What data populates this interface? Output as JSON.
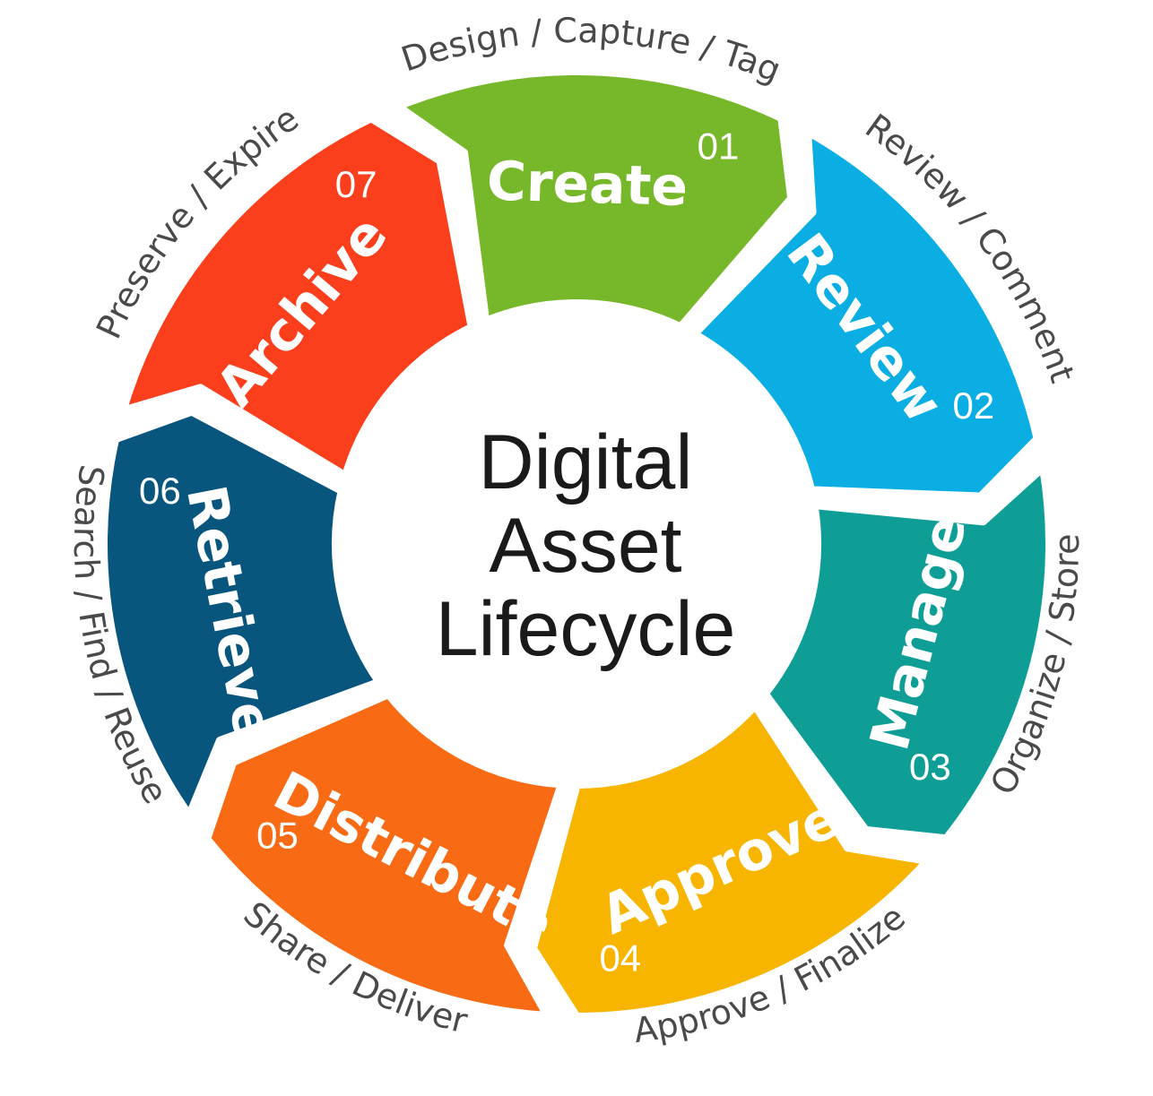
{
  "center": {
    "line1": "Digital",
    "line2": "Asset",
    "line3": "Lifecycle"
  },
  "segments": [
    {
      "number": "01",
      "title": "Create",
      "label": "Design / Capture / Tag",
      "color": "#76B82A"
    },
    {
      "number": "02",
      "title": "Review",
      "label": "Review / Comment",
      "color": "#0BAEE3"
    },
    {
      "number": "03",
      "title": "Manage",
      "label": "Organize / Store",
      "color": "#0E9E96"
    },
    {
      "number": "04",
      "title": "Approve",
      "label": "Approve / Finalize",
      "color": "#F7B500"
    },
    {
      "number": "05",
      "title": "Distribute",
      "label": "Share / Deliver",
      "color": "#F96A15"
    },
    {
      "number": "06",
      "title": "Retrieve",
      "label": "Search / Find / Reuse",
      "color": "#08557E"
    },
    {
      "number": "07",
      "title": "Archive",
      "label": "Preserve / Expire",
      "color": "#FB3F1D"
    }
  ]
}
